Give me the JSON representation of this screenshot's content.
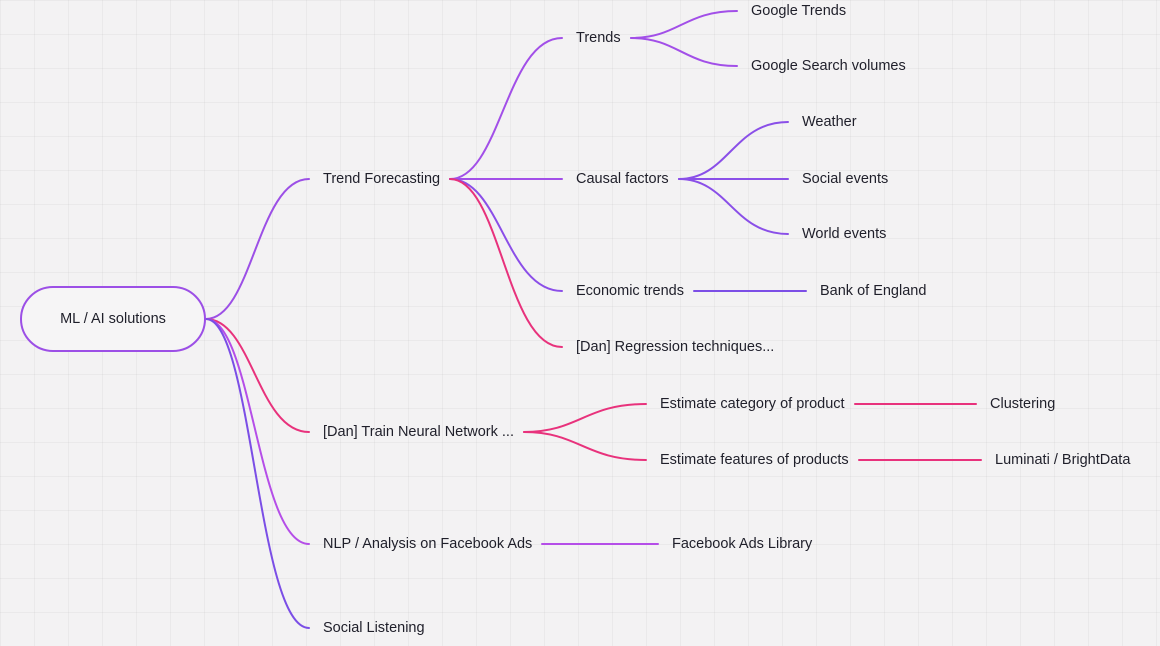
{
  "diagram": {
    "root": {
      "id": "root",
      "label": "ML / AI solutions"
    },
    "nodes": [
      {
        "id": "trend",
        "label": "Trend Forecasting"
      },
      {
        "id": "trends",
        "label": "Trends"
      },
      {
        "id": "gtrends",
        "label": "Google Trends"
      },
      {
        "id": "gsearch",
        "label": "Google Search volumes"
      },
      {
        "id": "causal",
        "label": "Causal factors"
      },
      {
        "id": "weather",
        "label": "Weather"
      },
      {
        "id": "social",
        "label": "Social events"
      },
      {
        "id": "world",
        "label": "World events"
      },
      {
        "id": "econ",
        "label": "Economic trends"
      },
      {
        "id": "boe",
        "label": "Bank of England"
      },
      {
        "id": "regr",
        "label": "[Dan] Regression techniques..."
      },
      {
        "id": "nn",
        "label": "[Dan] Train Neural Network ..."
      },
      {
        "id": "estcat",
        "label": "Estimate category of product"
      },
      {
        "id": "clust",
        "label": "Clustering"
      },
      {
        "id": "estfeat",
        "label": "Estimate features of products"
      },
      {
        "id": "lumi",
        "label": "Luminati / BrightData"
      },
      {
        "id": "nlp",
        "label": "NLP / Analysis on Facebook Ads"
      },
      {
        "id": "fbal",
        "label": "Facebook Ads Library"
      },
      {
        "id": "listen",
        "label": "Social Listening"
      }
    ],
    "edges": [
      {
        "from": "root",
        "to": "trend",
        "color": "#9c4fe6"
      },
      {
        "from": "root",
        "to": "nn",
        "color": "#e8327c"
      },
      {
        "from": "root",
        "to": "nlp",
        "color": "#b54ee8"
      },
      {
        "from": "root",
        "to": "listen",
        "color": "#7b4ee6"
      },
      {
        "from": "trend",
        "to": "trends",
        "color": "#a24fe8"
      },
      {
        "from": "trend",
        "to": "causal",
        "color": "#a24fe8"
      },
      {
        "from": "trend",
        "to": "econ",
        "color": "#8b4ee8"
      },
      {
        "from": "trend",
        "to": "regr",
        "color": "#e8327c"
      },
      {
        "from": "trends",
        "to": "gtrends",
        "color": "#a24fe8"
      },
      {
        "from": "trends",
        "to": "gsearch",
        "color": "#a24fe8"
      },
      {
        "from": "causal",
        "to": "weather",
        "color": "#8a4fe8"
      },
      {
        "from": "causal",
        "to": "social",
        "color": "#8a4fe8"
      },
      {
        "from": "causal",
        "to": "world",
        "color": "#8a4fe8"
      },
      {
        "from": "econ",
        "to": "boe",
        "color": "#7c4ee6"
      },
      {
        "from": "nn",
        "to": "estcat",
        "color": "#e8327c"
      },
      {
        "from": "nn",
        "to": "estfeat",
        "color": "#e8327c"
      },
      {
        "from": "estcat",
        "to": "clust",
        "color": "#e8327c"
      },
      {
        "from": "estfeat",
        "to": "lumi",
        "color": "#e8327c"
      },
      {
        "from": "nlp",
        "to": "fbal",
        "color": "#b54ee8"
      }
    ]
  }
}
